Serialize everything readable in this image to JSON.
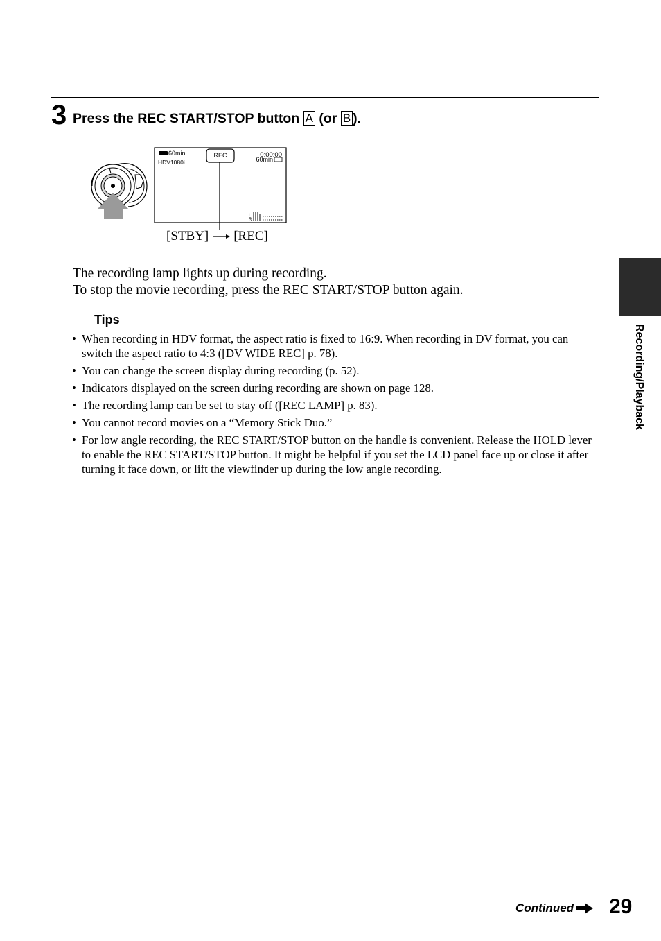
{
  "step": {
    "number": "3",
    "title_prefix": "Press the REC START/STOP button ",
    "box_a": "A",
    "title_middle": " (or ",
    "box_b": "B",
    "title_suffix": ")."
  },
  "screen": {
    "tape_remaining": "60min",
    "format": "HDV1080i",
    "rec_badge": "REC",
    "timecode": "0:00:00",
    "remaining": "60min",
    "audio_l": "L",
    "audio_r": "R"
  },
  "stby_from": "[STBY]",
  "stby_to": "[REC]",
  "body": {
    "line1": "The recording lamp lights up during recording.",
    "line2": "To stop the movie recording, press the REC START/STOP button again."
  },
  "tips": {
    "heading": "Tips",
    "bullet": "•",
    "items": [
      "When recording in HDV format, the aspect ratio is fixed to 16:9. When recording in DV format, you can switch the aspect ratio to 4:3 ([DV WIDE REC] p. 78).",
      "You can change the screen display during recording (p. 52).",
      "Indicators displayed on the screen during recording are shown on page 128.",
      "The recording lamp can be set to stay off ([REC LAMP] p. 83).",
      "You cannot record movies on a “Memory Stick Duo.”",
      "For low angle recording, the REC START/STOP button on the handle is convenient. Release the HOLD lever to enable the REC START/STOP button. It might be helpful if you set the LCD panel face up or close it after turning it face down, or lift the viewfinder up during the low angle recording."
    ]
  },
  "side_tab_label": "Recording/Playback",
  "footer": {
    "continued": "Continued",
    "page_number": "29"
  }
}
